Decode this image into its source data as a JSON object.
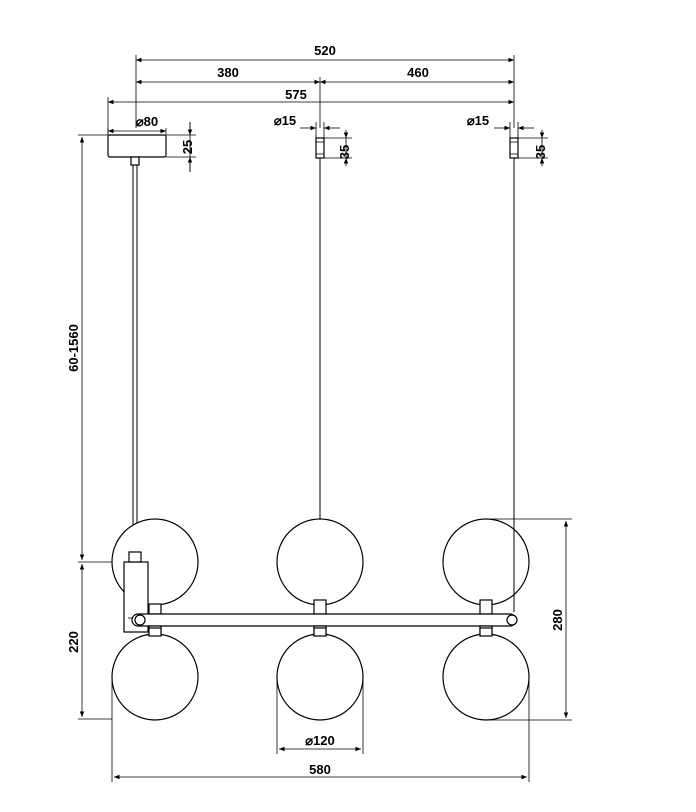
{
  "dimensions": {
    "overall_top_width": "520",
    "left_to_middle": "380",
    "middle_to_right": "460",
    "canopy_span": "575",
    "canopy_diameter": "⌀80",
    "canopy_height": "25",
    "middle_anchor_diameter": "⌀15",
    "middle_anchor_height": "35",
    "right_anchor_diameter": "⌀15",
    "right_anchor_height": "35",
    "cable_length": "60-1560",
    "lower_height": "220",
    "fixture_height": "280",
    "globe_diameter": "⌀120",
    "overall_width": "580"
  },
  "colors": {
    "line": "#000000",
    "background": "#ffffff"
  }
}
